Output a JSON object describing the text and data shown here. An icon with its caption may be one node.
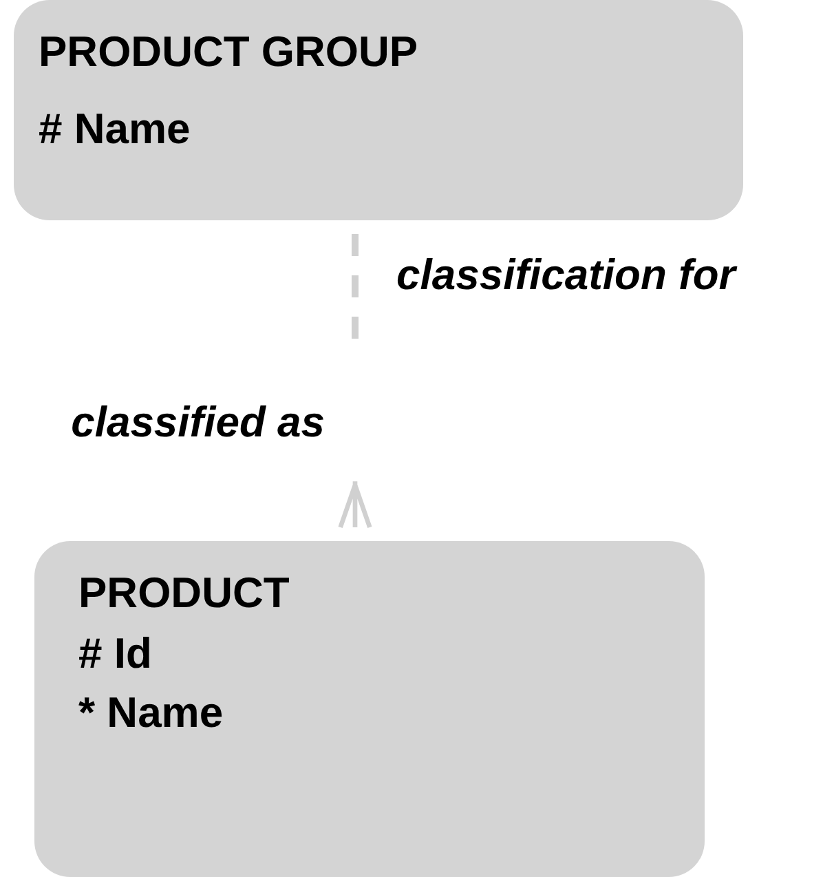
{
  "diagram": {
    "nodes": [
      {
        "text": [
          "PRODUCT GROUP",
          "# Name"
        ]
      },
      {
        "text": [
          "PRODUCT",
          "# Id",
          "* Name"
        ]
      }
    ],
    "edges": [
      {
        "from": 0,
        "to": 1,
        "arrow": "other",
        "style": "dashed"
      }
    ],
    "labels": [
      "classification for",
      "classified as"
    ]
  }
}
